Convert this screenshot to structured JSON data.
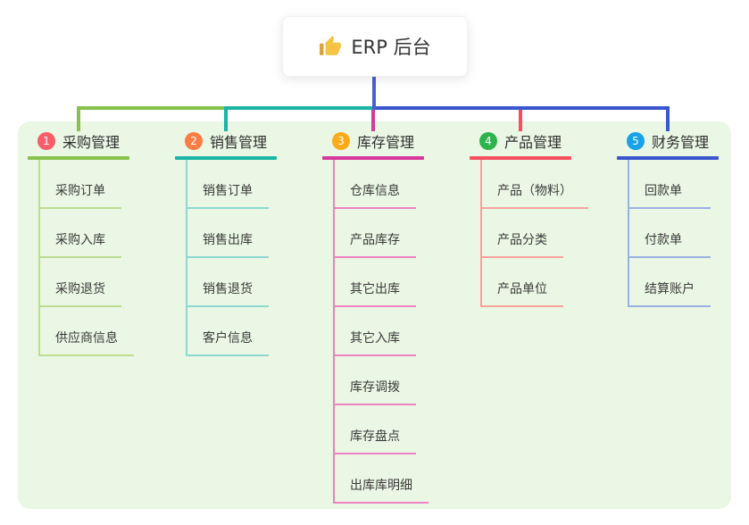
{
  "root": {
    "title": "ERP 后台",
    "icon": "thumbs-up-icon",
    "icon_color": "#f6c445",
    "icon_cuff_color": "#d9a13b"
  },
  "colors": {
    "panel_bg": "#eaf7e4",
    "connector_blue": "#4a5fd3",
    "text": "#333333"
  },
  "branches": [
    {
      "index": "1",
      "label": "采购管理",
      "badge_color": "#f75e6d",
      "line_color": "#88c14c",
      "sub_line_color": "#bcdd92",
      "items": [
        "采购订单",
        "采购入库",
        "采购退货",
        "供应商信息"
      ]
    },
    {
      "index": "2",
      "label": "销售管理",
      "badge_color": "#f97e44",
      "line_color": "#1cb5a5",
      "sub_line_color": "#8ed8cf",
      "items": [
        "销售订单",
        "销售出库",
        "销售退货",
        "客户信息"
      ]
    },
    {
      "index": "3",
      "label": "库存管理",
      "badge_color": "#fbab19",
      "line_color": "#d6399b",
      "sub_line_color": "#ef82c2",
      "items": [
        "仓库信息",
        "产品库存",
        "其它出库",
        "其它入库",
        "库存调拨",
        "库存盘点",
        "出库库明细"
      ]
    },
    {
      "index": "4",
      "label": "产品管理",
      "badge_color": "#2db44c",
      "line_color": "#f4505f",
      "sub_line_color": "#f8a29e",
      "items": [
        "产品（物料）",
        "产品分类",
        "产品单位"
      ]
    },
    {
      "index": "5",
      "label": "财务管理",
      "badge_color": "#17a2ea",
      "line_color": "#3a57cd",
      "sub_line_color": "#9bb0e2",
      "items": [
        "回款单",
        "付款单",
        "结算账户"
      ]
    }
  ]
}
